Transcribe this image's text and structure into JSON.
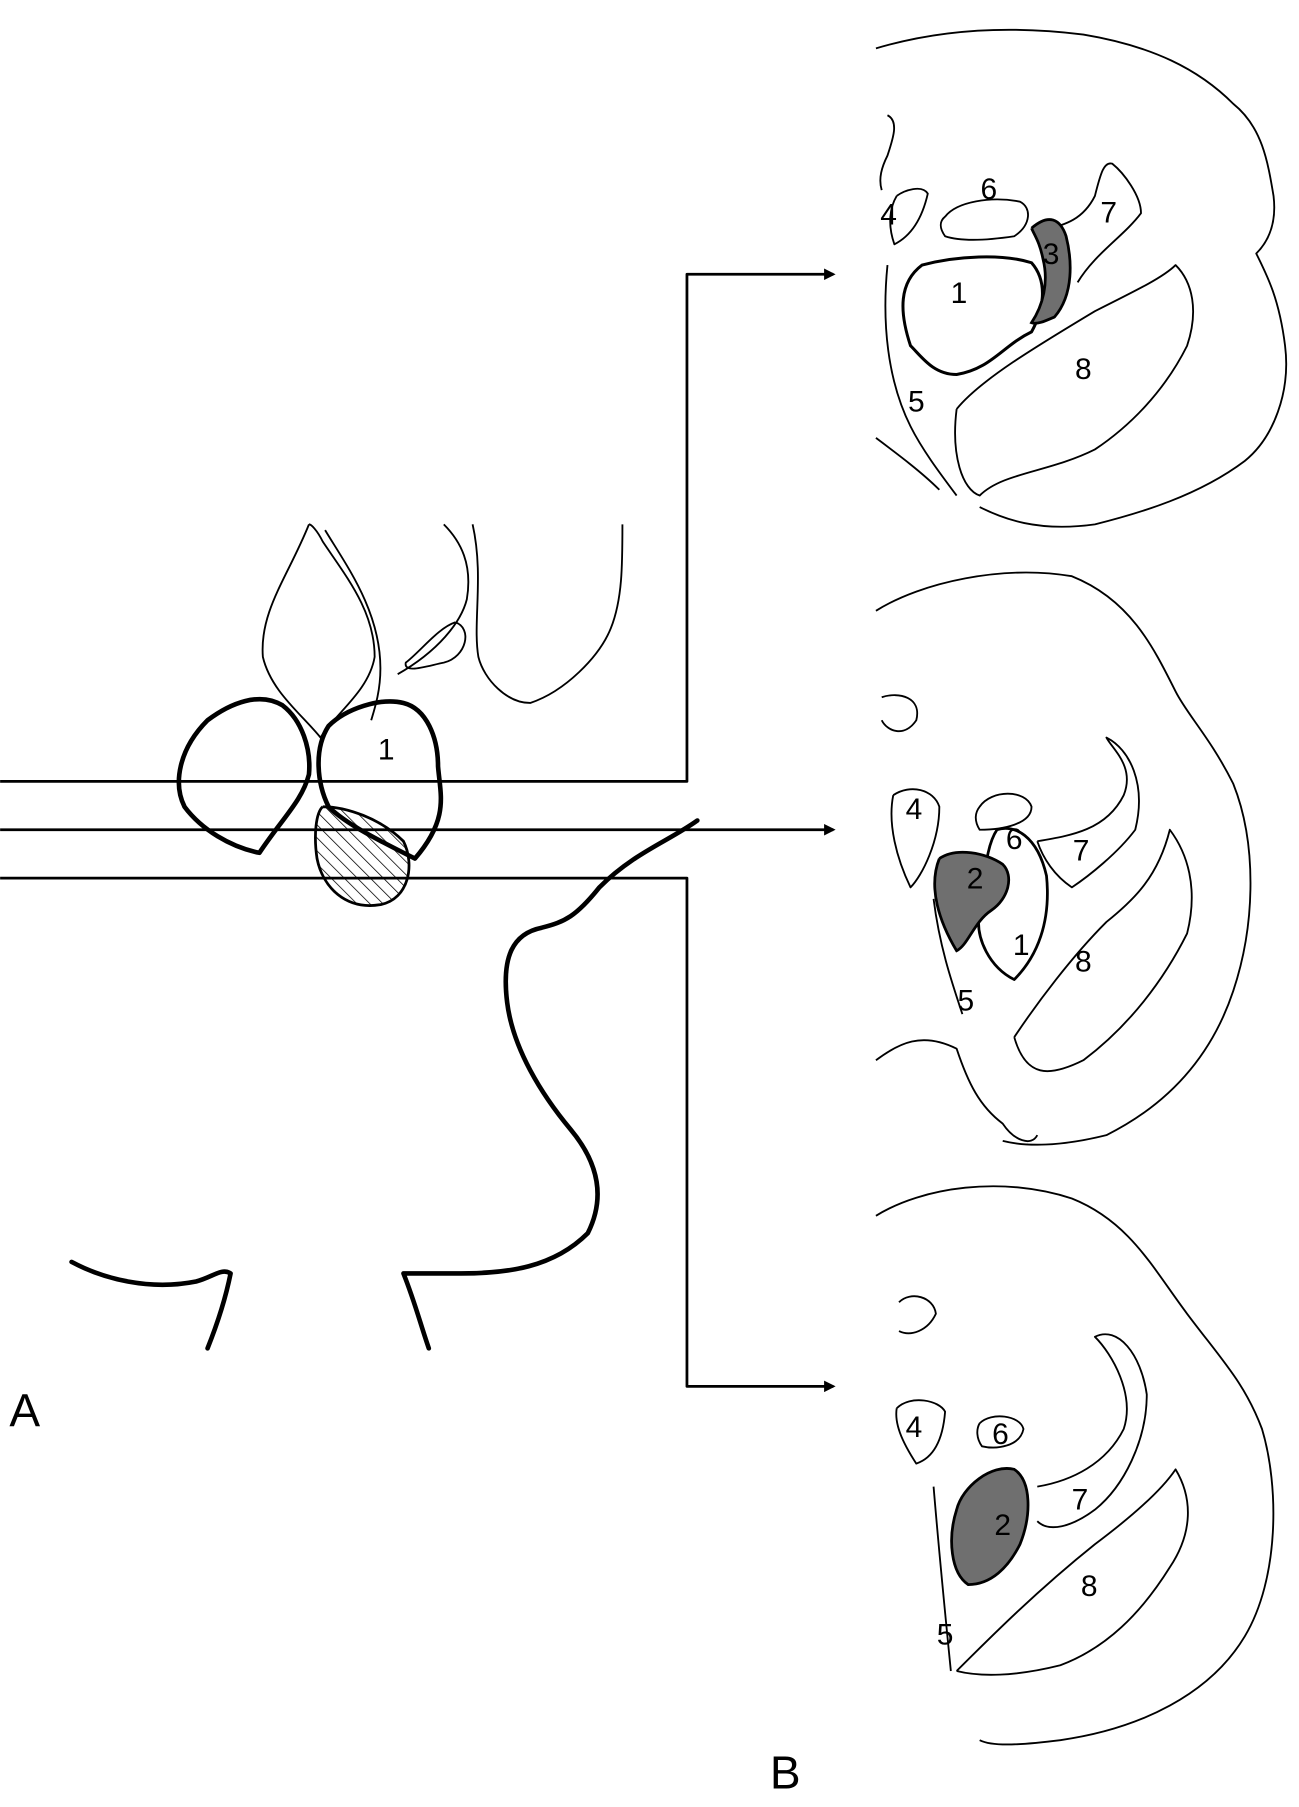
{
  "panel_a": {
    "label": "A",
    "region_label": "1"
  },
  "panel_b": {
    "label": "B",
    "sections": [
      {
        "name": "upper",
        "labels": [
          "1",
          "3",
          "4",
          "5",
          "6",
          "7",
          "8"
        ]
      },
      {
        "name": "middle",
        "labels": [
          "1",
          "2",
          "4",
          "5",
          "6",
          "7",
          "8"
        ]
      },
      {
        "name": "lower",
        "labels": [
          "2",
          "4",
          "5",
          "6",
          "7",
          "8"
        ]
      }
    ]
  },
  "colors": {
    "lesion_fill": "#6f6f6f",
    "line": "#000000"
  }
}
